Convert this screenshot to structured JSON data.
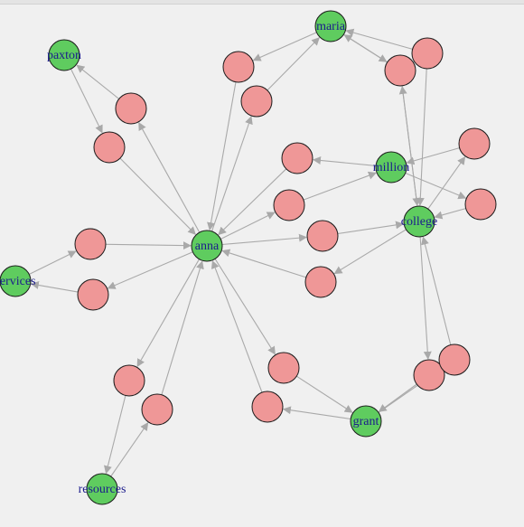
{
  "graph": {
    "labels": {
      "anna": "anna",
      "maria": "maria",
      "paxton": "paxton",
      "million": "million",
      "college": "college",
      "services": "services",
      "resources": "resources",
      "grant": "grant"
    },
    "colors": {
      "labeled_node": "#5fcc5f",
      "unlabeled_node": "#ef9797",
      "edge": "#a9a9a9",
      "label_text": "#1c1c8c",
      "background": "#f0f0f0"
    }
  }
}
